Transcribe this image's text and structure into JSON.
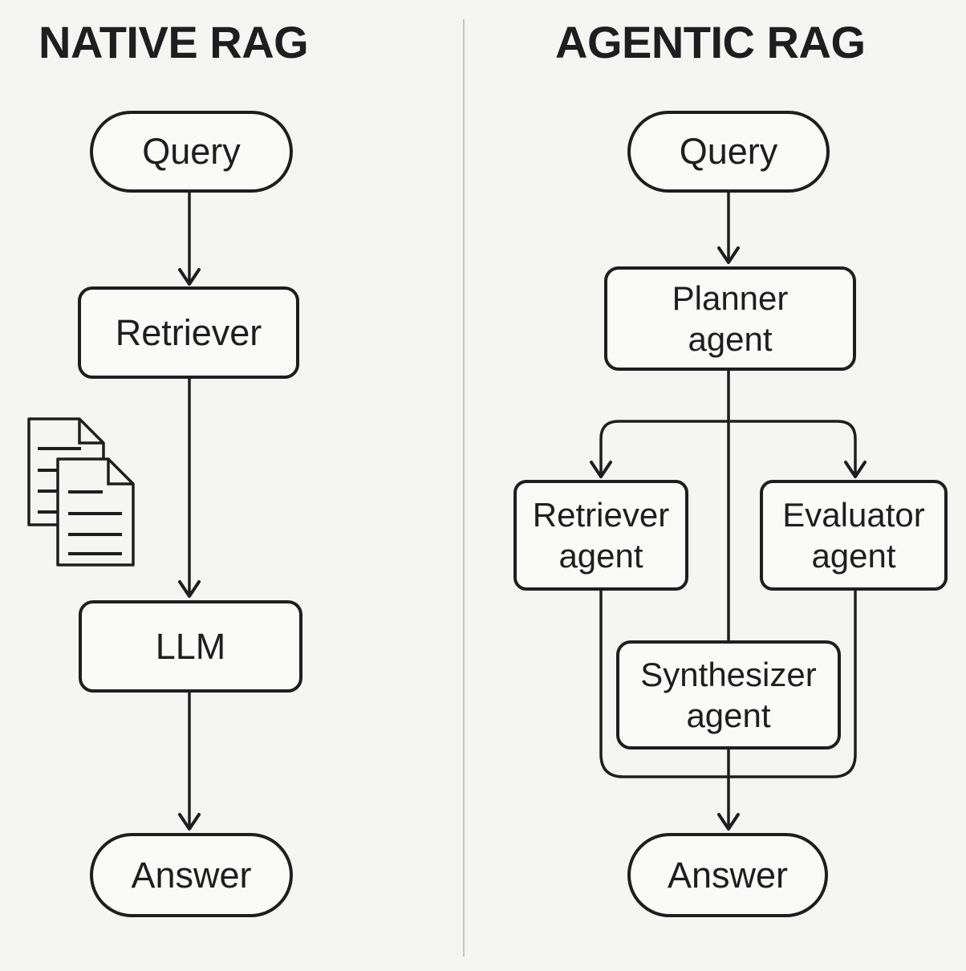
{
  "diagram": {
    "left_title": "NATIVE RAG",
    "right_title": "AGENTIC RAG"
  },
  "left_flow": {
    "query": "Query",
    "retriever": "Retriever",
    "llm": "LLM",
    "answer": "Answer"
  },
  "right_flow": {
    "query": "Query",
    "planner": [
      "Planner",
      "agent"
    ],
    "retriever_agent": [
      "Retriever",
      "agent"
    ],
    "evaluator_agent": [
      "Evaluator",
      "agent"
    ],
    "synthesizer": [
      "Synthesizer",
      "agent"
    ],
    "answer": "Answer"
  },
  "icons": {
    "documents": "documents-icon"
  },
  "colors": {
    "ink": "#1e1e20",
    "background": "#f5f5f3",
    "node_fill": "#fafaf8",
    "divider": "#c6c6c5"
  }
}
